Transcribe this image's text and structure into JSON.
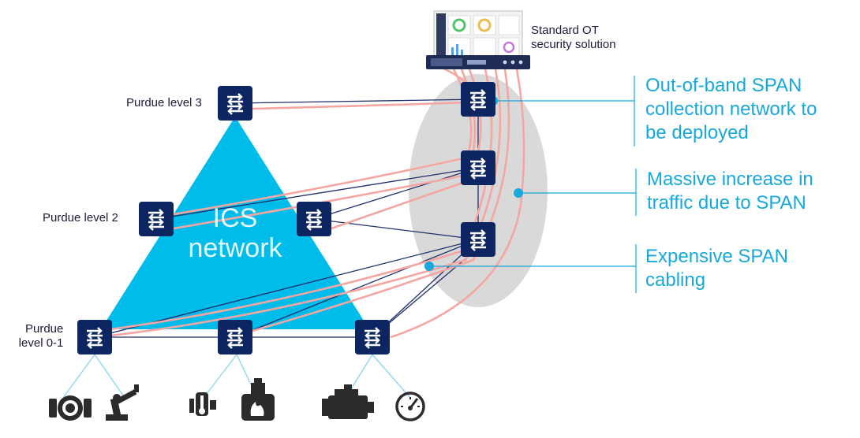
{
  "triangle": {
    "line1": "ICS",
    "line2": "network"
  },
  "levels": {
    "level3": "Purdue level 3",
    "level2": "Purdue level 2",
    "level01_line1": "Purdue",
    "level01_line2": "level 0-1"
  },
  "security": {
    "line1": "Standard OT",
    "line2": "security solution"
  },
  "callouts": {
    "oob": [
      "Out-of-band SPAN",
      "collection network to",
      "be deployed"
    ],
    "traffic": [
      "Massive increase in",
      "traffic due to SPAN"
    ],
    "cabling": [
      "Expensive SPAN",
      "cabling"
    ]
  },
  "colors": {
    "switch": "#0d2560",
    "triangle": "#00bceb",
    "span_cable": "#f4a6a0",
    "network_line": "#1e2f6b",
    "accent": "#17a8dc",
    "ellipse": "#d9d9d9"
  },
  "icons": [
    "valve-icon",
    "robot-arm-icon",
    "thermometer-sensor-icon",
    "furnace-icon",
    "engine-icon",
    "speedometer-icon"
  ]
}
